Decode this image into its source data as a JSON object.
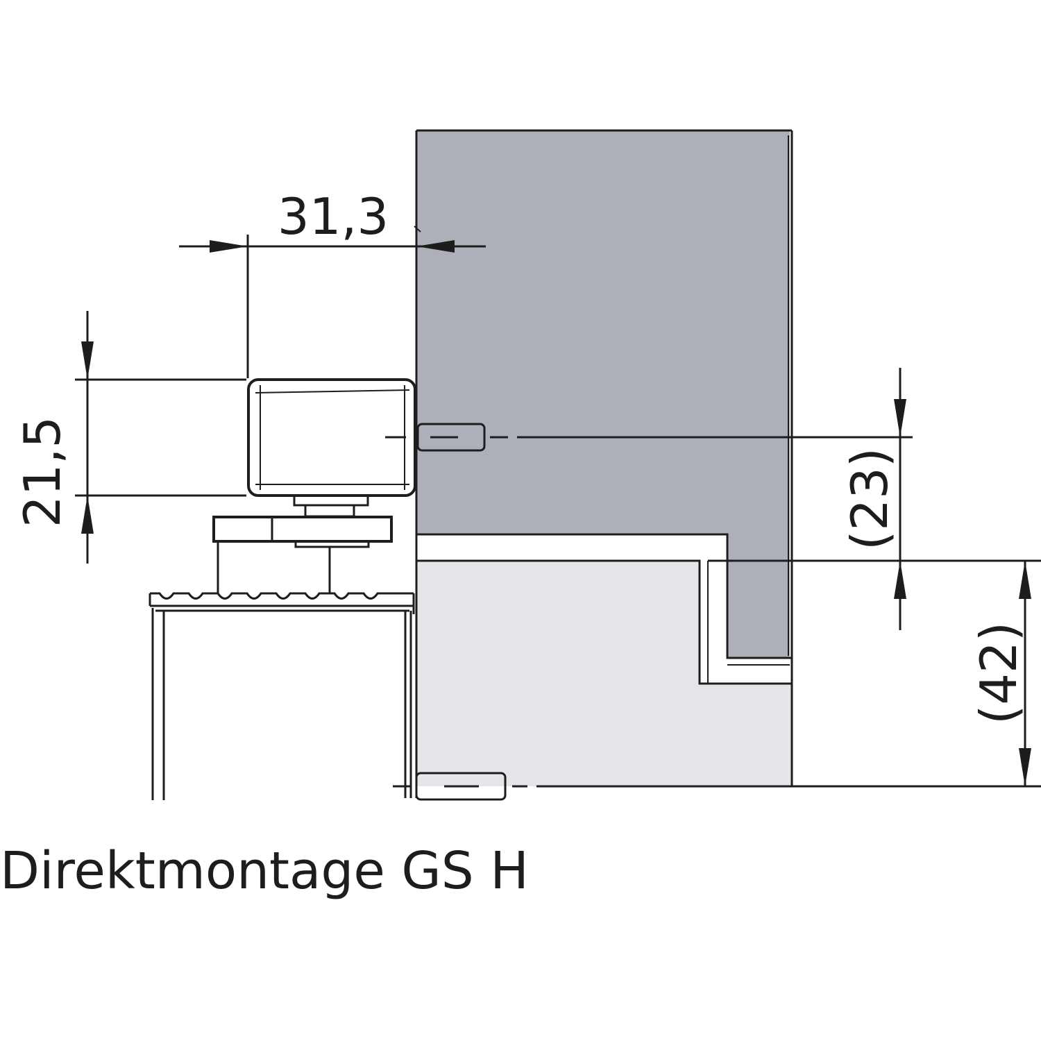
{
  "caption": "Direktmontage GS H",
  "dimensions": {
    "width_top": "31,3",
    "height_left": "21,5",
    "height_right_upper": "(23)",
    "height_right_lower": "(42)"
  },
  "colors": {
    "upper_panel": "#adb0b8",
    "lower_panel": "#e5e6ea",
    "line": "#1d1d1b"
  }
}
